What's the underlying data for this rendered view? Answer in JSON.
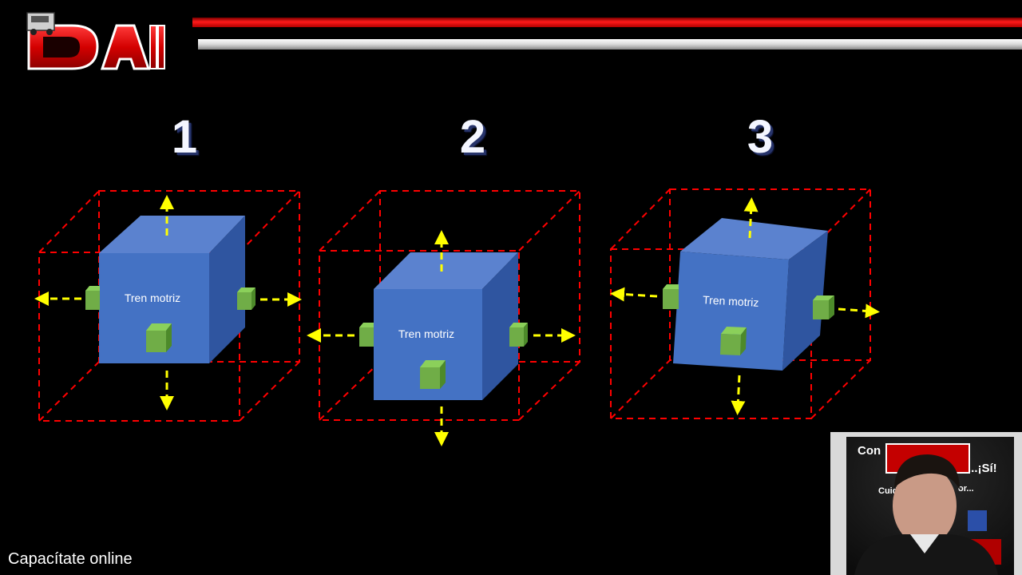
{
  "header": {
    "logo_text": "DAI",
    "accent_red": "#e00000",
    "accent_silver": "#d9d9d9"
  },
  "slide": {
    "numbers": [
      "1",
      "2",
      "3"
    ],
    "cubes": [
      {
        "label": "Tren motriz"
      },
      {
        "label": "Tren motriz"
      },
      {
        "label": "Tren motriz"
      }
    ],
    "colors": {
      "cube_front": "#4472c4",
      "cube_top": "#5b82cf",
      "cube_side": "#2f55a0",
      "box_dash": "#ff0000",
      "arrow": "#ffff00",
      "mount": "#70ad47"
    }
  },
  "webcam": {
    "banner_prefix": "Con",
    "banner_suffix": "...¡Sí!",
    "banner_line2_start": "Cuid",
    "banner_line2_end": "or..."
  },
  "footer": {
    "caption": "Capacítate online"
  }
}
